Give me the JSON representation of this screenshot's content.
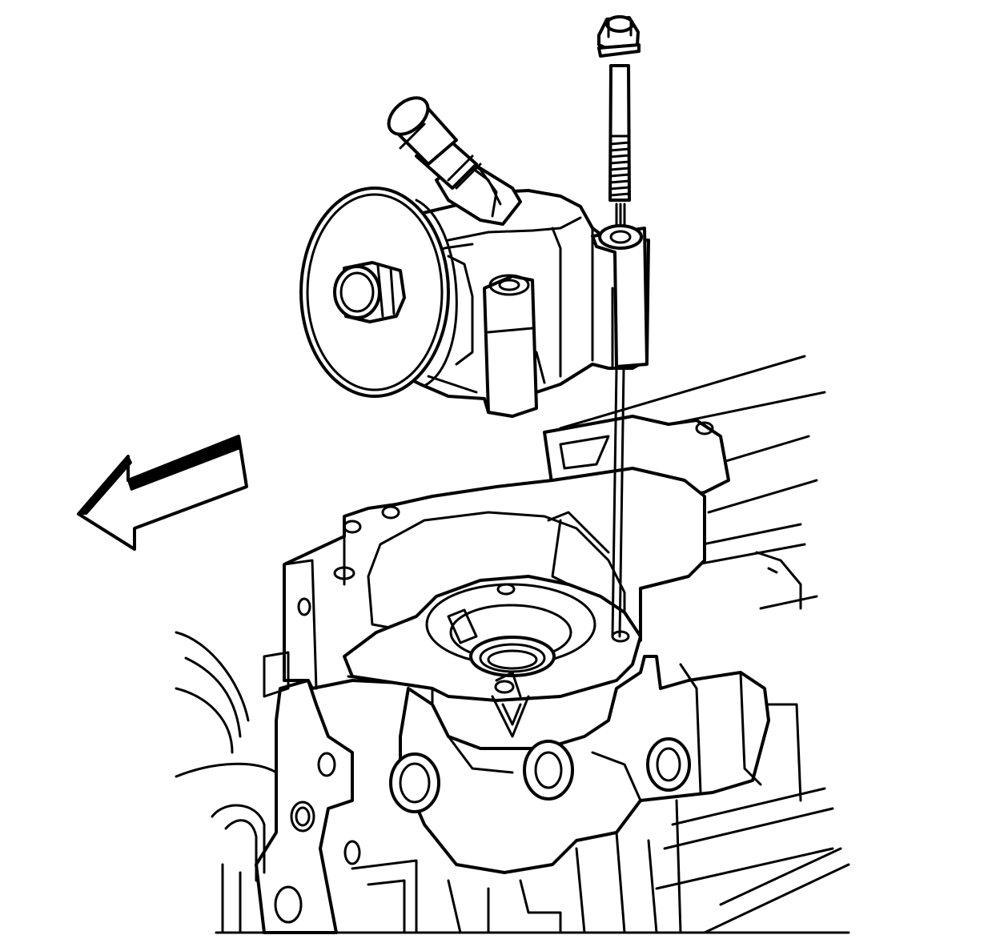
{
  "diagram": {
    "parts": [
      {
        "id": "mounting-bolt",
        "kind": "bolt"
      },
      {
        "id": "power-steering-pump",
        "kind": "pump-assembly"
      },
      {
        "id": "pump-pulley",
        "kind": "pulley"
      },
      {
        "id": "engine-block",
        "kind": "housing"
      },
      {
        "id": "direction-arrow",
        "kind": "arrow",
        "direction": "front-left"
      }
    ],
    "colors": {
      "line": "#000000",
      "background": "#ffffff"
    }
  }
}
